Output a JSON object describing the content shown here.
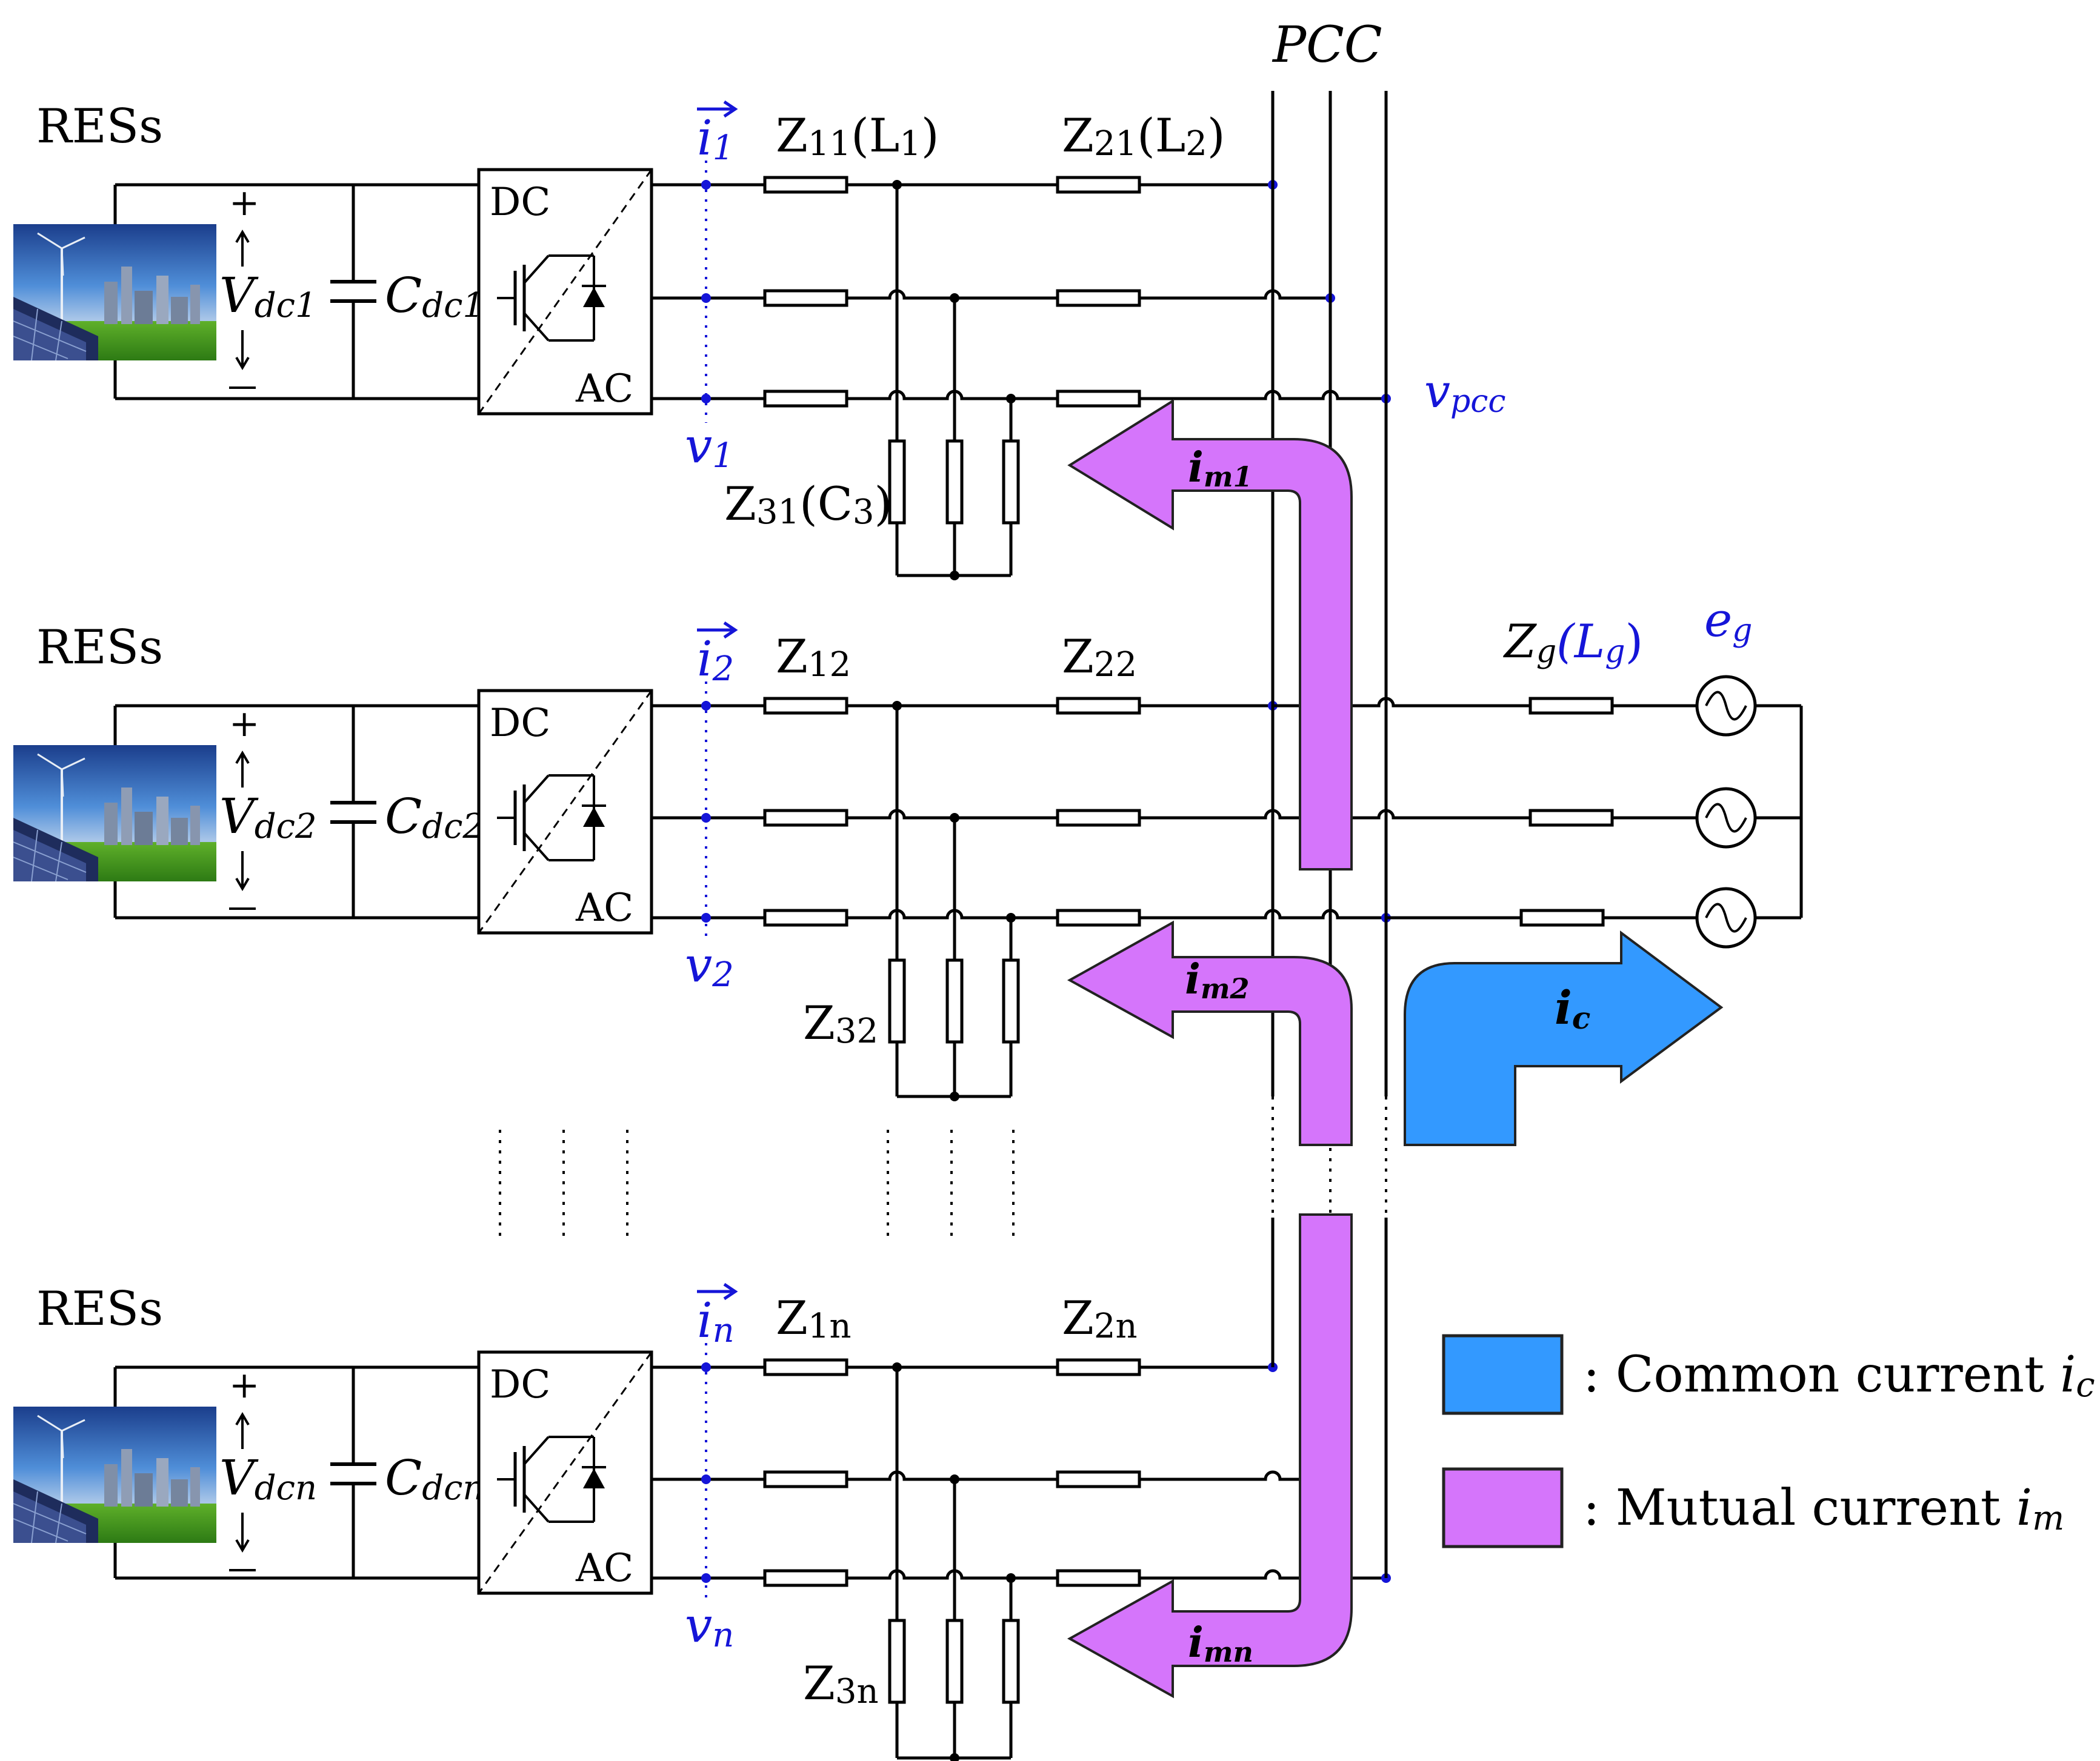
{
  "diagram": {
    "pcc_label": "PCC",
    "vpcc_label": "v",
    "vpcc_sub": "pcc",
    "colors": {
      "wire": "#000000",
      "node": "#1515d8",
      "blue_label": "#1515d8",
      "common_arrow": "#3399ff",
      "mutual_arrow": "#d575fb",
      "arrow_stroke": "#222222"
    },
    "units": [
      {
        "res_label": "RESs",
        "dc_label": "DC",
        "ac_label": "AC",
        "vdc_main": "V",
        "vdc_sub": "dc1",
        "cdc_main": "C",
        "cdc_sub": "dc1",
        "i_main": "i",
        "i_sub": "1",
        "v_main": "v",
        "v_sub": "1",
        "z1_main": "Z",
        "z1_sub": "11",
        "z1_extra": "(L",
        "z1_extra_sub": "1",
        "z1_close": ")",
        "z2_main": "Z",
        "z2_sub": "21",
        "z2_extra": "(L",
        "z2_extra_sub": "2",
        "z2_close": ")",
        "z3_main": "Z",
        "z3_sub": "31",
        "z3_extra": "(C",
        "z3_extra_sub": "3",
        "z3_close": ")",
        "im_main": "i",
        "im_sub": "m1",
        "plus": "+",
        "minus": "−"
      },
      {
        "res_label": "RESs",
        "dc_label": "DC",
        "ac_label": "AC",
        "vdc_main": "V",
        "vdc_sub": "dc2",
        "cdc_main": "C",
        "cdc_sub": "dc2",
        "i_main": "i",
        "i_sub": "2",
        "v_main": "v",
        "v_sub": "2",
        "z1_main": "Z",
        "z1_sub": "12",
        "z2_main": "Z",
        "z2_sub": "22",
        "z3_main": "Z",
        "z3_sub": "32",
        "im_main": "i",
        "im_sub": "m2",
        "plus": "+",
        "minus": "−"
      },
      {
        "res_label": "RESs",
        "dc_label": "DC",
        "ac_label": "AC",
        "vdc_main": "V",
        "vdc_sub": "dcn",
        "cdc_main": "C",
        "cdc_sub": "dcn",
        "i_main": "i",
        "i_sub": "n",
        "v_main": "v",
        "v_sub": "n",
        "z1_main": "Z",
        "z1_sub": "1n",
        "z2_main": "Z",
        "z2_sub": "2n",
        "z3_main": "Z",
        "z3_sub": "3n",
        "im_main": "i",
        "im_sub": "mn",
        "plus": "+",
        "minus": "−"
      }
    ],
    "grid": {
      "zg_main": "Z",
      "zg_sub": "g",
      "zg_paren": "(L",
      "zg_paren_sub": "g",
      "zg_close": ")",
      "eg_main": "e",
      "eg_sub": "g"
    },
    "common_arrow": {
      "label_main": "i",
      "label_sub": "c"
    },
    "legend": [
      {
        "text": ": Common current ",
        "symbol": "i",
        "symbol_sub": "c",
        "color": "#3399ff"
      },
      {
        "text": ": Mutual current ",
        "symbol": "i",
        "symbol_sub": "m",
        "color": "#d575fb"
      }
    ]
  }
}
